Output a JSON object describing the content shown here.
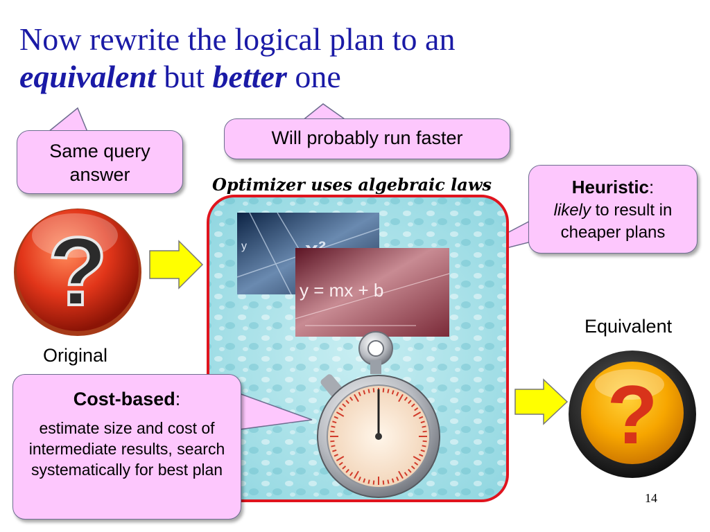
{
  "slide": {
    "title_line1": "Now rewrite the logical plan to an",
    "title_emph1": "equivalent",
    "title_mid": "but",
    "title_emph2": "better",
    "title_end": "one",
    "page_number": "14"
  },
  "callouts": {
    "same_query": "Same query answer",
    "faster": "Will probably run faster",
    "heuristic_title": "Heuristic",
    "heuristic_colon": ":",
    "heuristic_likely": "likely",
    "heuristic_rest": " to result in cheaper plans",
    "cost_title": "Cost-based",
    "cost_colon": ":",
    "cost_body": "estimate size and cost of intermediate results, search systematically for best plan"
  },
  "diagram": {
    "optimizer_label": "Optimizer uses algebraic laws",
    "original_label": "Original",
    "equivalent_label": "Equivalent",
    "math_image_text": "y = mx + b",
    "question_mark": "?"
  },
  "colors": {
    "title": "#1a1aa6",
    "callout_fill": "#fdc7fd",
    "optimizer_border": "#e0141e",
    "arrow_fill": "#ffff00"
  }
}
